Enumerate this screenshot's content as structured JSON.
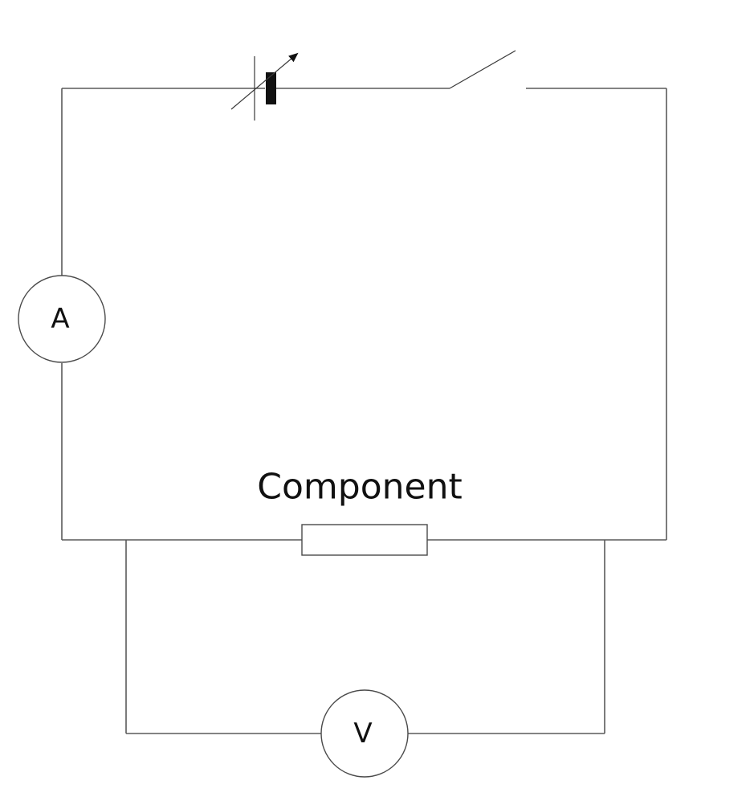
{
  "diagram": {
    "ammeter_label": "A",
    "voltmeter_label": "V",
    "component_label": "Component"
  }
}
